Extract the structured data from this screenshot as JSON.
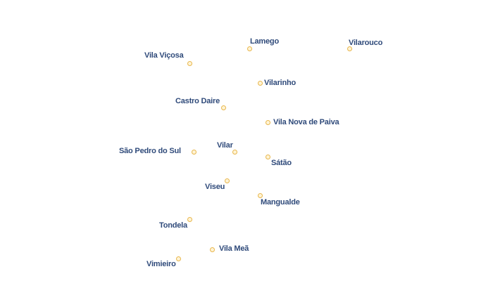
{
  "map": {
    "places": [
      {
        "name": "Lamego"
      },
      {
        "name": "Vilarouco"
      },
      {
        "name": "Vila Viçosa"
      },
      {
        "name": "Vilarinho"
      },
      {
        "name": "Castro Daire"
      },
      {
        "name": "Vila Nova de Paiva"
      },
      {
        "name": "Vilar"
      },
      {
        "name": "São Pedro do Sul"
      },
      {
        "name": "Sátão"
      },
      {
        "name": "Viseu"
      },
      {
        "name": "Mangualde"
      },
      {
        "name": "Tondela"
      },
      {
        "name": "Vila Meã"
      },
      {
        "name": "Vimieiro"
      }
    ],
    "marker_color": "#e8b64c",
    "label_color": "#2f4a7a"
  }
}
